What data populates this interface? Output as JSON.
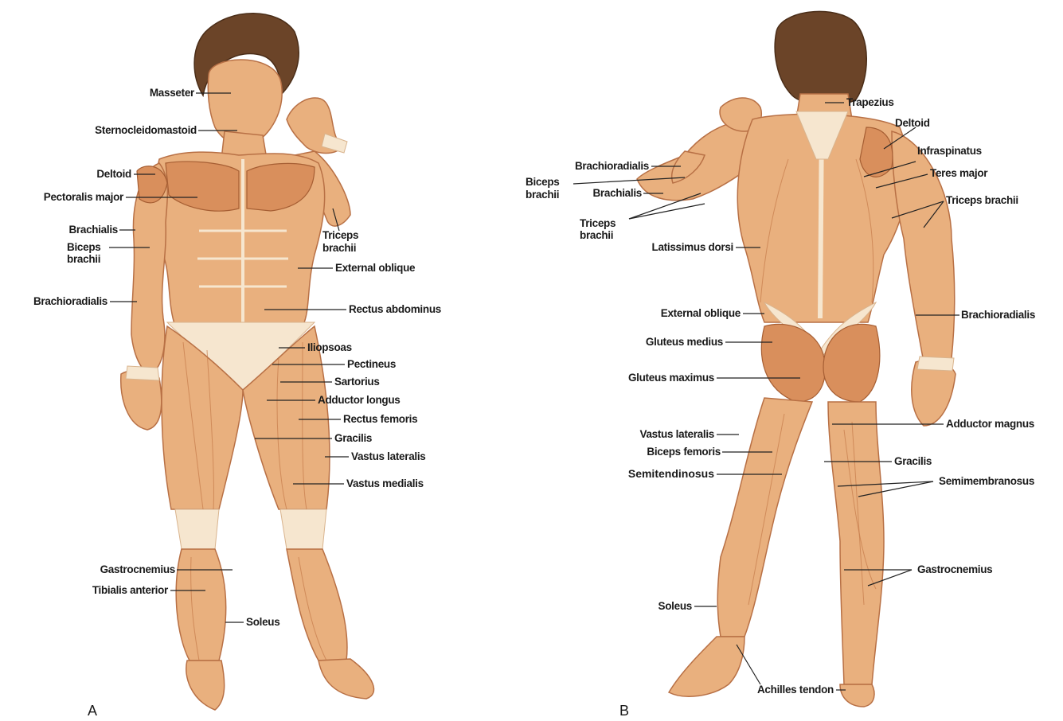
{
  "panels": [
    {
      "letter": "A",
      "labels_left": [
        "Masseter",
        "Sternocleidomastoid",
        "Deltoid",
        "Pectoralis major",
        "Brachialis",
        "Biceps",
        "brachii",
        "Brachioradialis",
        "Gastrocnemius",
        "Tibialis anterior"
      ],
      "labels_right": [
        "Triceps",
        "brachii",
        "External oblique",
        "Rectus abdominus",
        "Iliopsoas",
        "Pectineus",
        "Sartorius",
        "Adductor longus",
        "Rectus femoris",
        "Gracilis",
        "Vastus lateralis",
        "Vastus medialis",
        "Soleus"
      ]
    },
    {
      "letter": "B",
      "labels_left": [
        "Brachioradialis",
        "Biceps",
        "brachii",
        "Brachialis",
        "Triceps",
        "brachii",
        "Latissimus dorsi",
        "External oblique",
        "Gluteus medius",
        "Gluteus maximus",
        "Vastus lateralis",
        "Biceps femoris",
        "Semitendinosus",
        "Soleus",
        "Achilles tendon"
      ],
      "labels_right": [
        "Trapezius",
        "Deltoid",
        "Infraspinatus",
        "Teres major",
        "Triceps brachii",
        "Brachioradialis",
        "Adductor magnus",
        "Gracilis",
        "Semimembranosus",
        "Gastrocnemius"
      ]
    }
  ]
}
